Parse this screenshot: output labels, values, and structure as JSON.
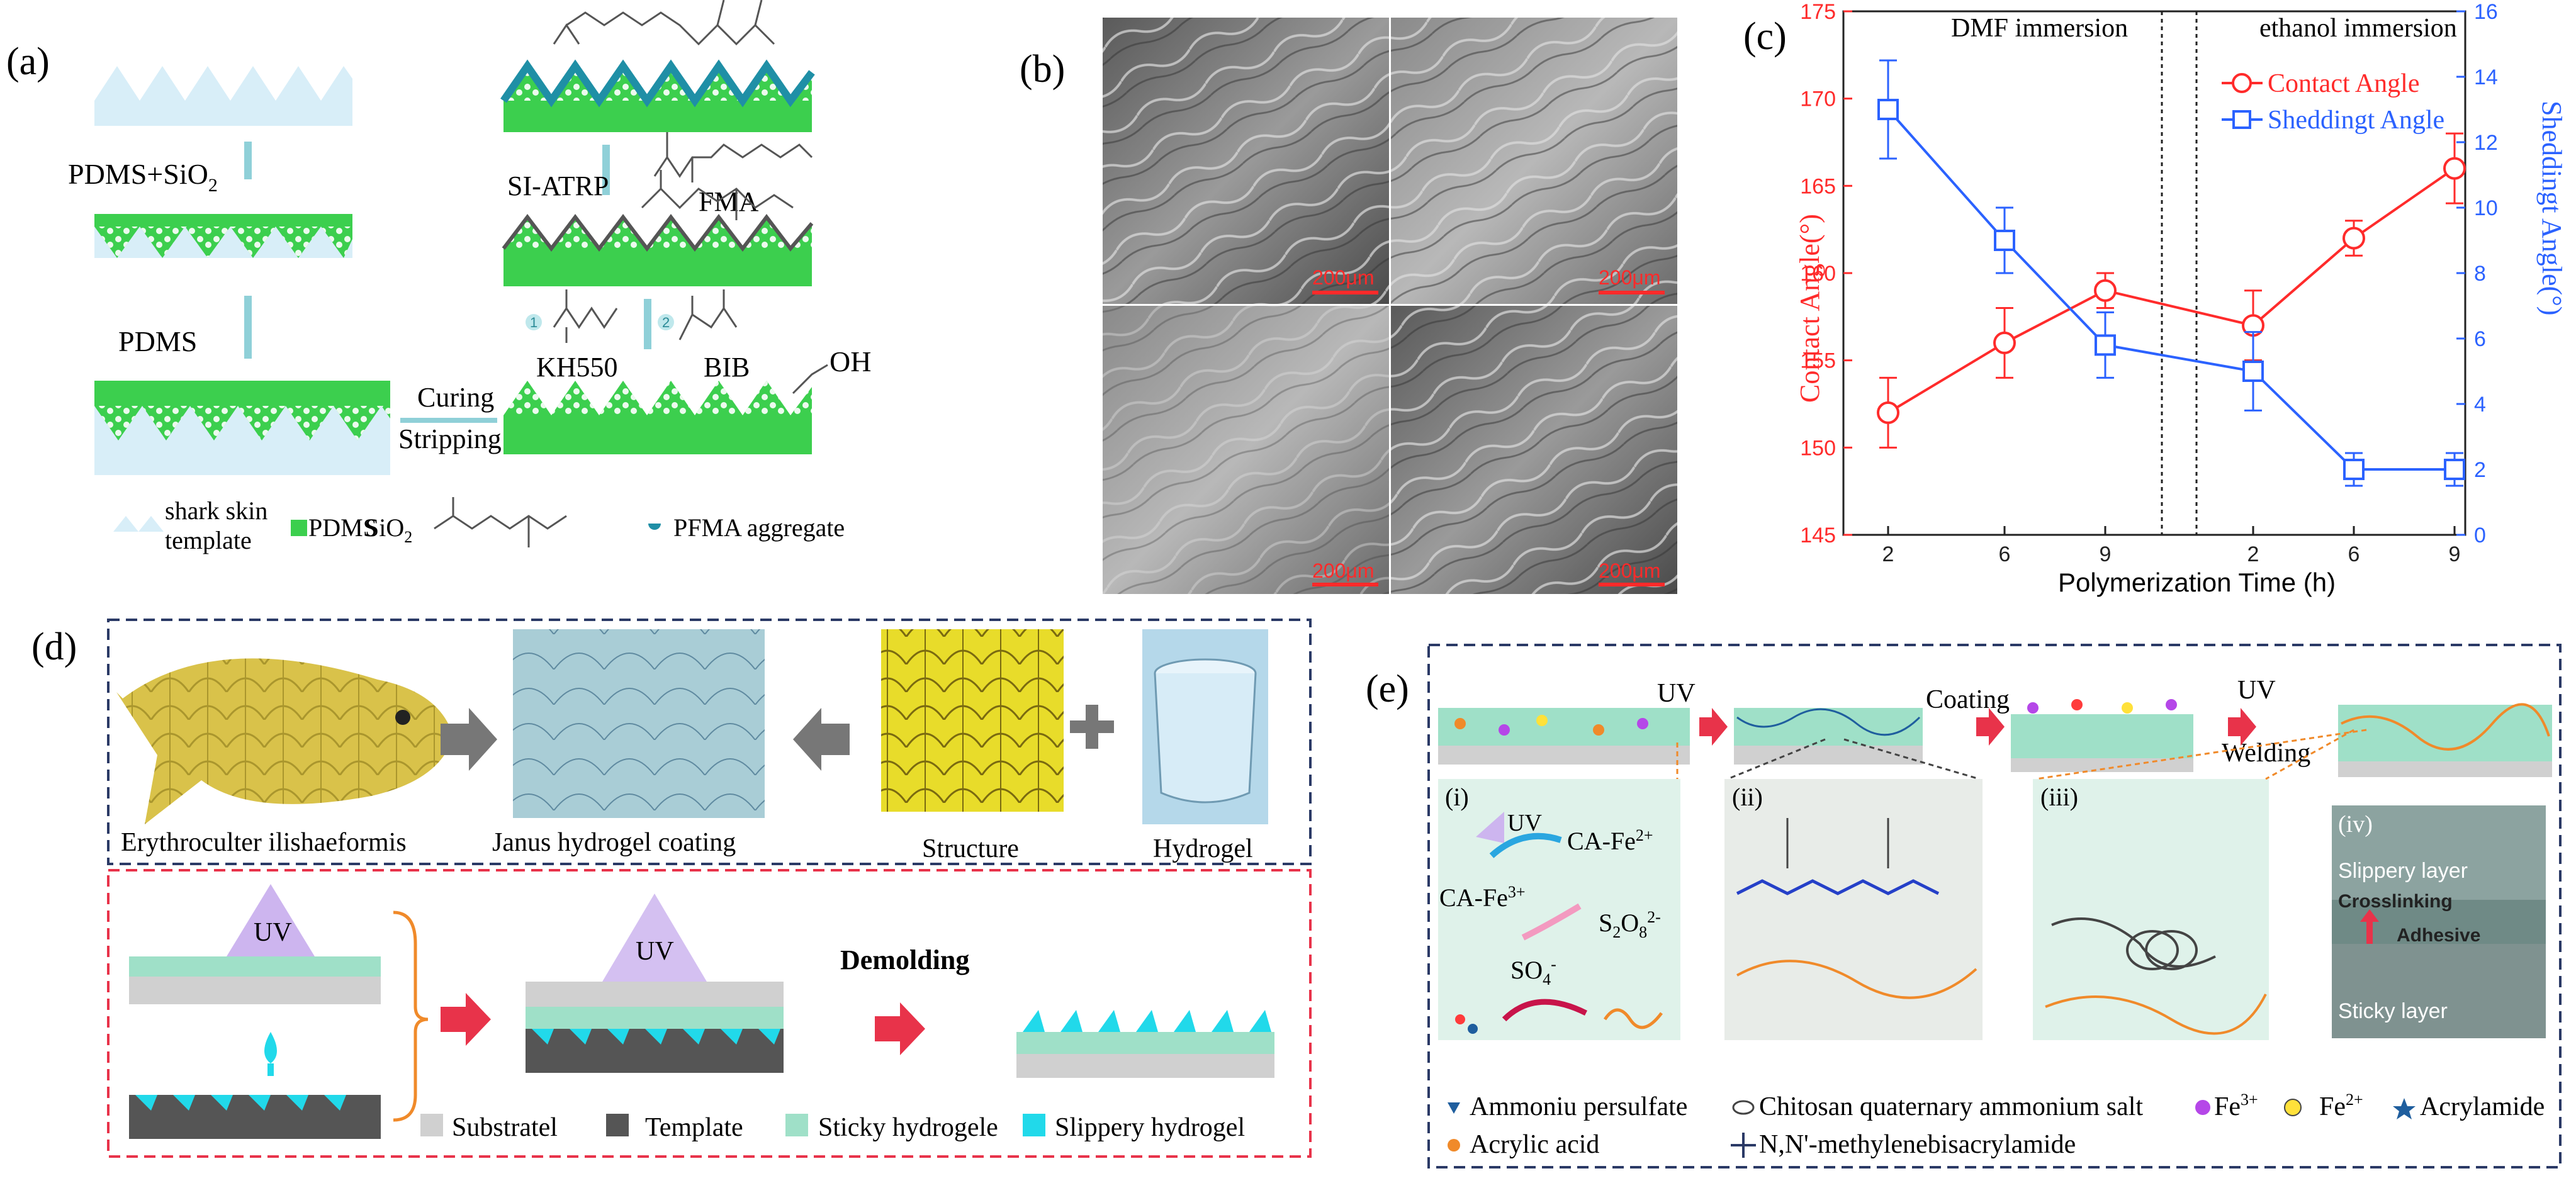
{
  "colors": {
    "pdms": "#3ccf4e",
    "template_blue": "#d8eef8",
    "contact_red": "#ff2b2b",
    "sheddingt_blue": "#2b62ff",
    "sticky_hydrogel": "#9fe0c8",
    "slippery_hydrogel": "#21d9ea",
    "template_dark": "#555555",
    "substrate_gray": "#d0d0d0",
    "uv_purple": "#cdb5ef"
  },
  "panel_a": {
    "label": "(a)",
    "step_pdms_sio2": "PDMS+SiO",
    "step_pdms_sio2_sub": "2",
    "step_pdms": "PDMS",
    "curing": "Curing",
    "stripping": "Stripping",
    "kh550": "KH550",
    "bib": "BIB",
    "oh": "OH",
    "si_atrp": "SI-ATRP",
    "fma": "FMA",
    "step1": "1",
    "step2": "2",
    "legend_shark_skin": "shark skin",
    "legend_template": "template",
    "legend_pdms": "PDMS",
    "legend_sio2": "SiO",
    "legend_sio2_sub": "2",
    "legend_pfma": "PFMA aggregate"
  },
  "panel_b": {
    "label": "(b)",
    "scale_bars": [
      "200μm",
      "200μm",
      "200μm",
      "200μm"
    ]
  },
  "panel_c": {
    "label": "(c)",
    "region_left": "DMF immersion",
    "region_right": "ethanol immersion",
    "legend_contact": "Contact Angle",
    "legend_sheddingt": "Sheddingt Angle"
  },
  "chart_data": {
    "type": "line",
    "x_categories": [
      "2",
      "6",
      "9",
      "2",
      "6",
      "9"
    ],
    "xlabel": "Polymerization Time (h)",
    "ylabel": "Contact Angle(°)",
    "ylabel_right": "Sheddingt Angle(°)",
    "ylim": [
      145,
      175
    ],
    "ylim_right": [
      0,
      16
    ],
    "yticks": [
      145,
      150,
      155,
      160,
      165,
      170,
      175
    ],
    "yticks_right": [
      0,
      2,
      4,
      6,
      8,
      10,
      12,
      14,
      16
    ],
    "series": [
      {
        "name": "Contact Angle",
        "axis": "left",
        "color": "#ff2b2b",
        "marker": "circle",
        "values": [
          152,
          156,
          159,
          157,
          162,
          166
        ],
        "errors": [
          2,
          2,
          1,
          2,
          1,
          2
        ]
      },
      {
        "name": "Sheddingt Angle",
        "axis": "right",
        "color": "#2b62ff",
        "marker": "square",
        "values": [
          13,
          9,
          5.8,
          5,
          2,
          2
        ],
        "errors": [
          1.5,
          1,
          1,
          1.2,
          0.5,
          0.5
        ]
      }
    ]
  },
  "panel_d": {
    "label": "(d)",
    "fish_caption": "Erythroculter ilishaeformis",
    "coating_caption": "Janus hydrogel coating",
    "structure_caption": "Structure",
    "hydrogel_caption": "Hydrogel",
    "uv1": "UV",
    "uv2": "UV",
    "demolding": "Demolding",
    "legend_substrate": "Substratel",
    "legend_template": "Template",
    "legend_sticky": "Sticky hydrogele",
    "legend_slippery": "Slippery hydrogel"
  },
  "panel_e": {
    "label": "(e)",
    "uv_a": "UV",
    "coating": "Coating",
    "uv_b": "UV",
    "welding": "Welding",
    "i": "(i)",
    "ii": "(ii)",
    "iii": "(iii)",
    "iv": "(iv)",
    "uv_inner": "UV",
    "ca_fe2": "CA-Fe",
    "ca_fe2_sup": "2+",
    "ca_fe3": "CA-Fe",
    "ca_fe3_sup": "3+",
    "s2o8": "S",
    "s2o8_2": "2",
    "s2o8_o": "O",
    "s2o8_8": "8",
    "s2o8_sup": "2-",
    "so4": "SO",
    "so4_sub": "4",
    "so4_sup": "-",
    "slippery_layer": "Slippery layer",
    "crosslinking": "Crosslinking",
    "adhesive": "Adhesive",
    "sticky_layer": "Sticky layer",
    "legend_aps": "Ammoniu persulfate",
    "legend_chitosan": "Chitosan quaternary ammonium salt",
    "legend_fe3": "Fe",
    "legend_fe3_sup": "3+",
    "legend_fe2": "Fe",
    "legend_fe2_sup": "2+",
    "legend_acrylamide": "Acrylamide",
    "legend_acrylic": "Acrylic acid",
    "legend_mba": "N,N'-methylenebisacrylamide"
  }
}
